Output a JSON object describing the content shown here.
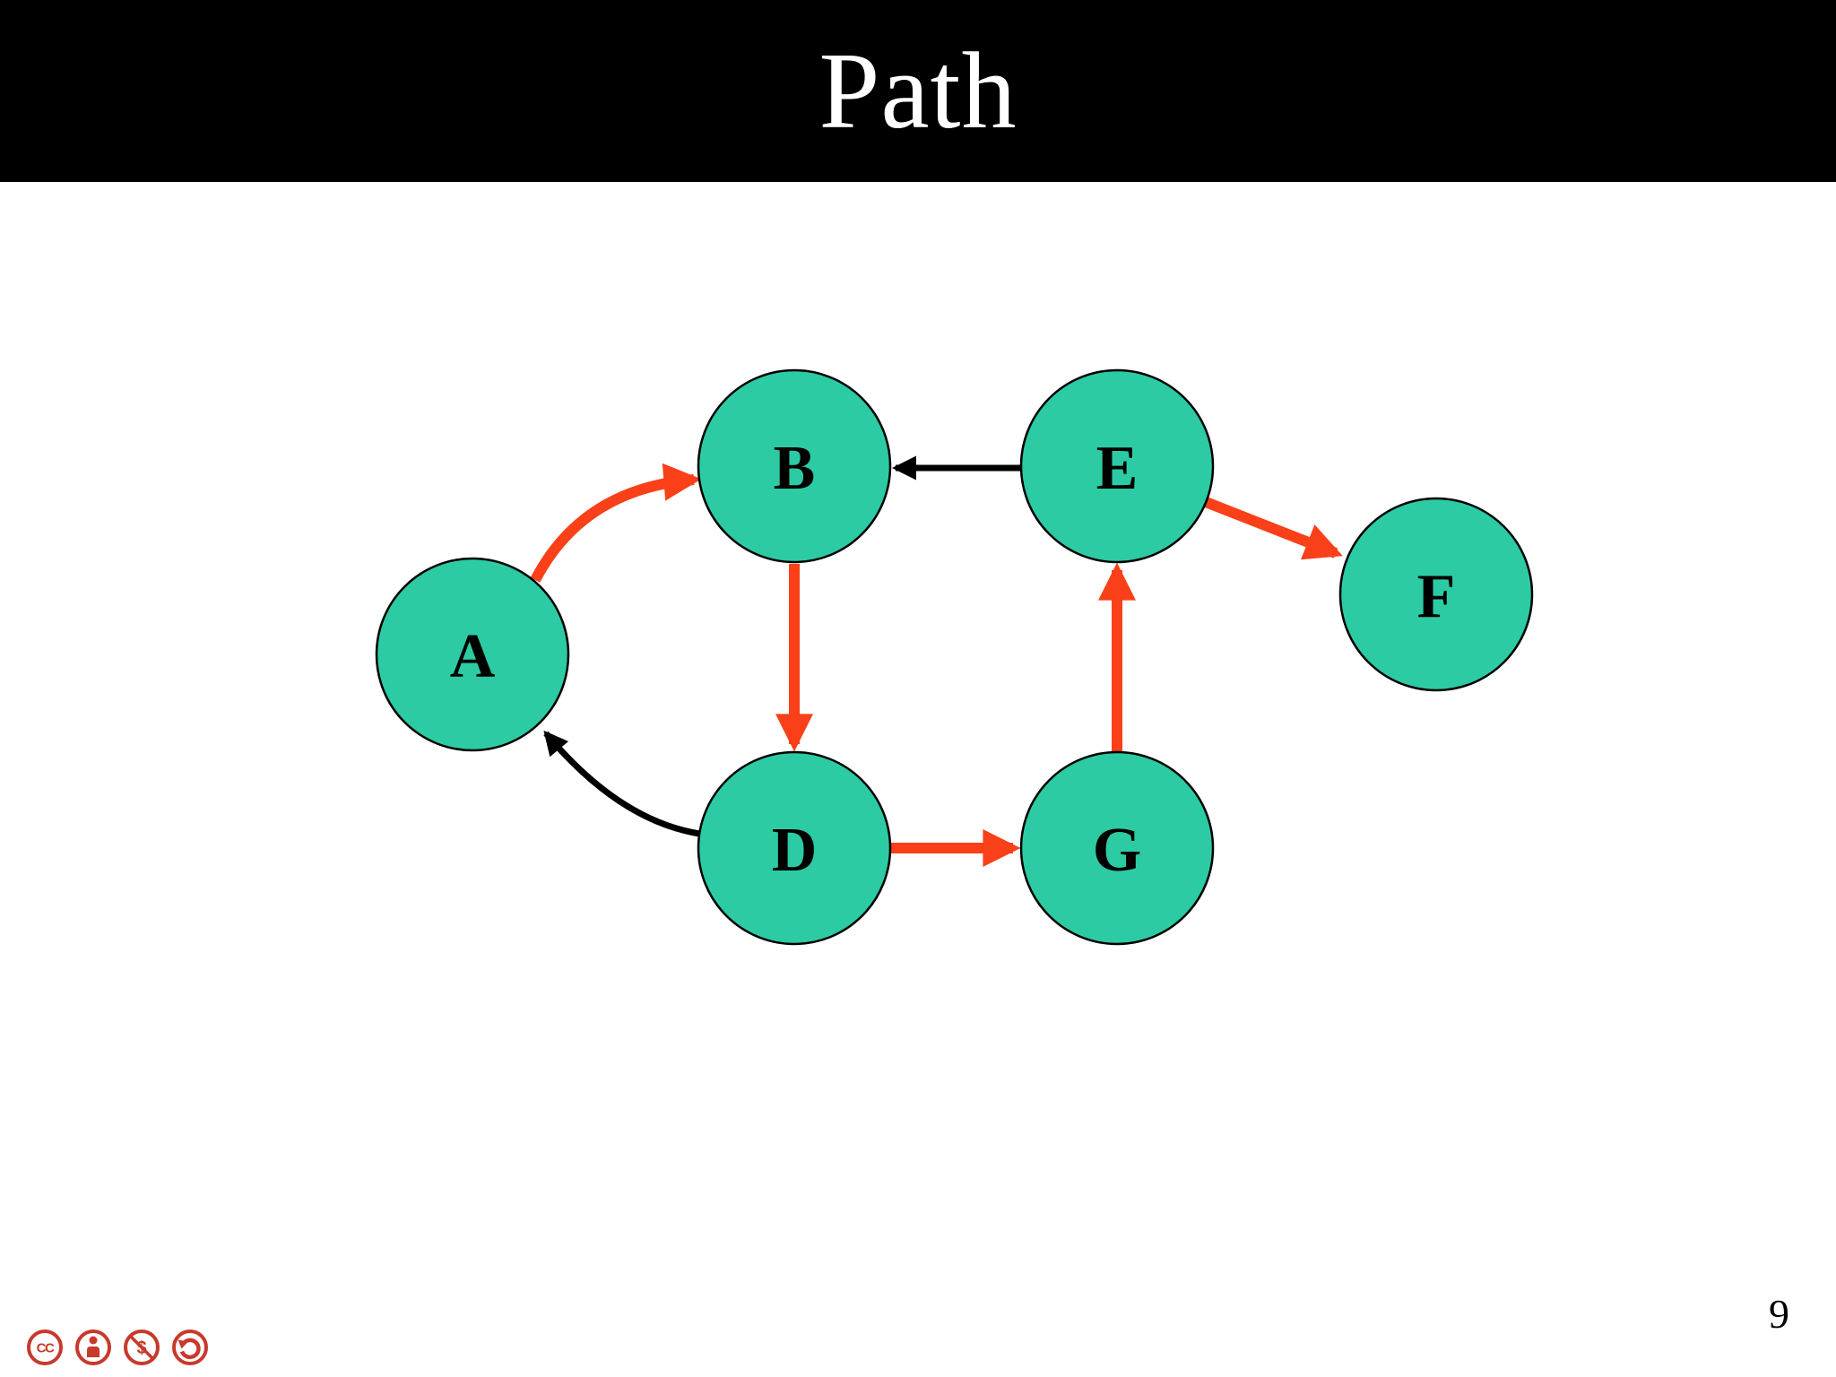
{
  "header": {
    "title": "Path"
  },
  "graph": {
    "nodes": [
      {
        "id": "A",
        "label": "A"
      },
      {
        "id": "B",
        "label": "B"
      },
      {
        "id": "D",
        "label": "D"
      },
      {
        "id": "E",
        "label": "E"
      },
      {
        "id": "F",
        "label": "F"
      },
      {
        "id": "G",
        "label": "G"
      }
    ],
    "edges": [
      {
        "from": "A",
        "to": "B",
        "color": "red"
      },
      {
        "from": "E",
        "to": "B",
        "color": "black"
      },
      {
        "from": "B",
        "to": "D",
        "color": "red"
      },
      {
        "from": "D",
        "to": "A",
        "color": "black"
      },
      {
        "from": "D",
        "to": "G",
        "color": "red"
      },
      {
        "from": "G",
        "to": "E",
        "color": "red"
      },
      {
        "from": "E",
        "to": "F",
        "color": "red"
      }
    ]
  },
  "colors": {
    "header_bg": "#000000",
    "header_text": "#ffffff",
    "node_fill": "#2ccba3",
    "node_border": "#000000",
    "node_text": "#000000",
    "edge_red": "#f94018",
    "edge_black": "#000000",
    "license_red": "#c8392c",
    "page_bg": "#ffffff"
  },
  "footer": {
    "page_number": "9",
    "license_icons": [
      "cc",
      "by",
      "nc",
      "sa"
    ]
  }
}
